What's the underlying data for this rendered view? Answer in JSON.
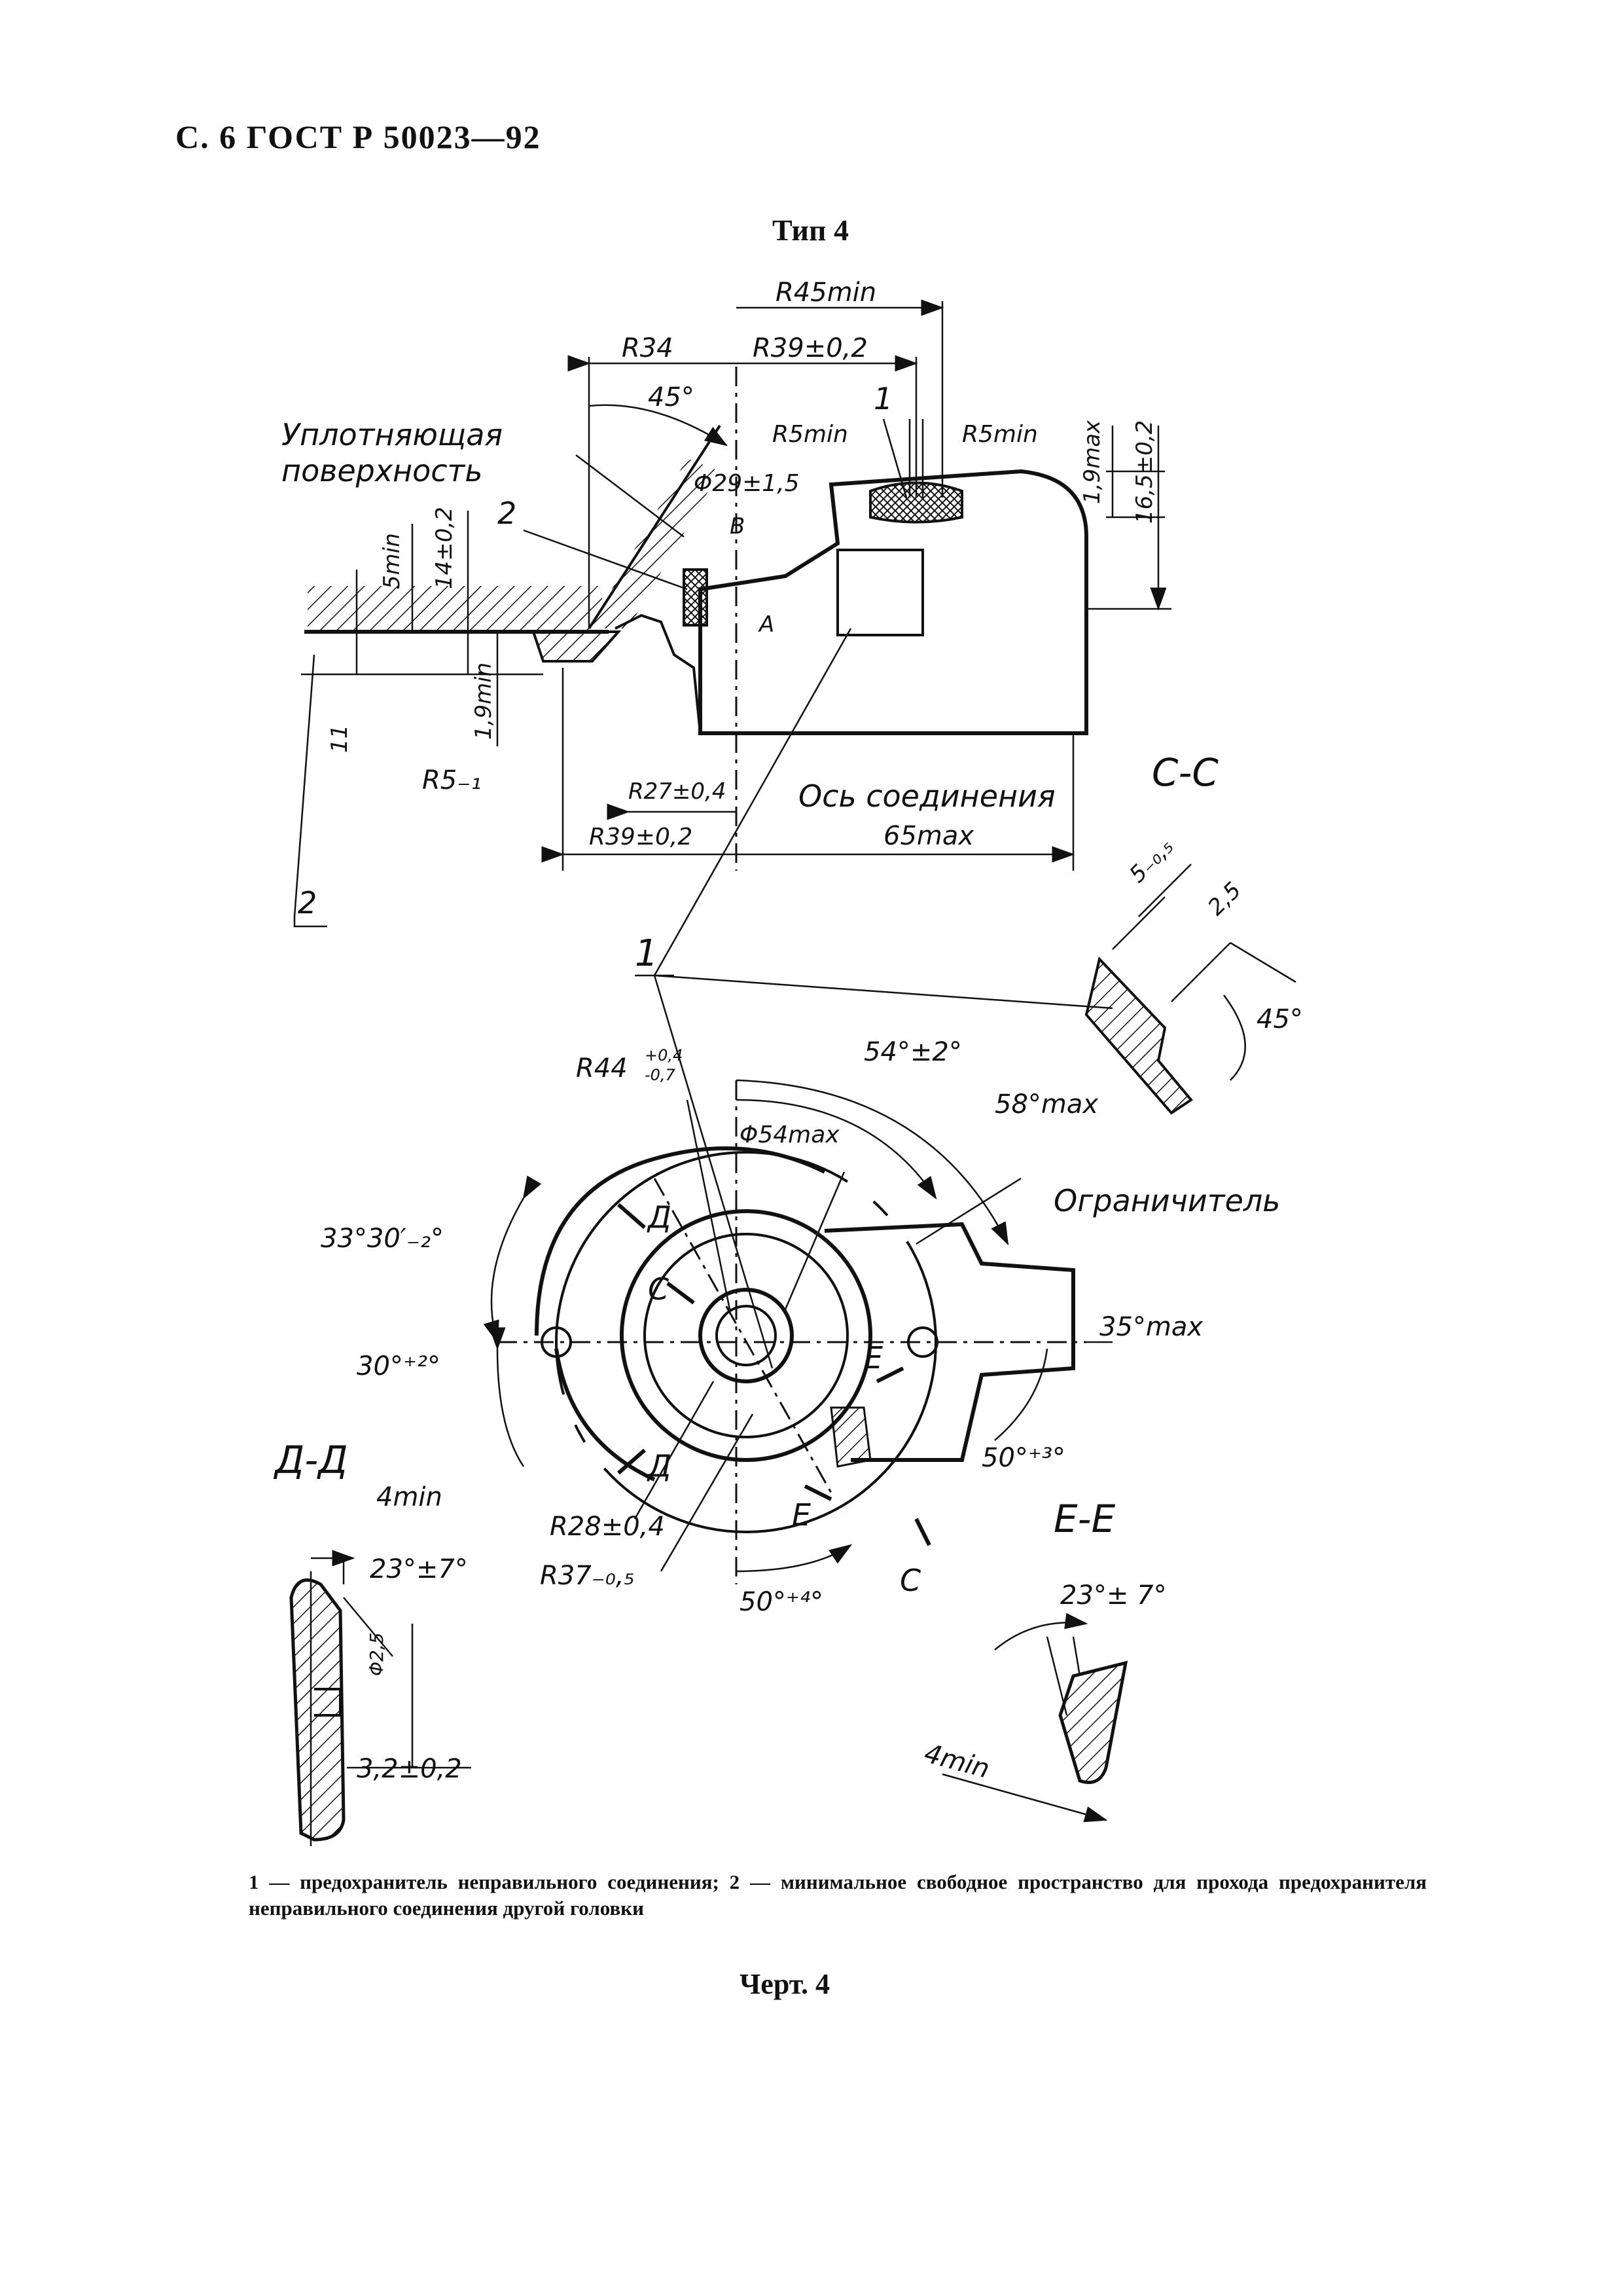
{
  "header": {
    "text": "С. 6 ГОСТ Р 50023—92"
  },
  "title": "Тип 4",
  "labels": {
    "sealing_surface_line1": "Уплотняющая",
    "sealing_surface_line2": "поверхность",
    "axis": "Ось соединения",
    "limiter": "Ограничитель",
    "section_cc": "C-C",
    "section_dd": "Д-Д",
    "section_ee": "E-E",
    "callout_1": "1",
    "callout_2": "2",
    "callout_2_frame": "2",
    "callout_1_main": "1",
    "letter_a": "A",
    "letter_b": "B",
    "cut_c1": "C",
    "cut_c2": "C",
    "cut_d1": "Д",
    "cut_d2": "Д",
    "cut_e1": "E",
    "cut_e2": "E"
  },
  "dims": {
    "r45min": "R45min",
    "r34": "R34",
    "r39": "R39±0,2",
    "deg45": "45°",
    "r5min_l": "R5min",
    "r5min_r": "R5min",
    "d19max": "1,9max",
    "d165": "16,5±0,2",
    "phi29": "Φ29±1,5",
    "d5min": "5min",
    "d14": "14±0,2",
    "d19min": "1,9min",
    "d11": "11",
    "r51": "R5₋₁",
    "r27": "R27±0,4",
    "r39b": "R39±0,2",
    "d65max": "65max",
    "cc_5": "5₋₀,₅",
    "cc_25": "2,5",
    "cc_45": "45°",
    "r44": "R44",
    "r44_tol_up": "+0,4",
    "r44_tol_dn": "-0,7",
    "a54": "54°±2°",
    "a58max": "58°max",
    "phi54max": "Φ54max",
    "a3330": "33°30′₋₂°",
    "a30": "30°⁺²°",
    "a35max": "35°max",
    "a50_3": "50°⁺³°",
    "r28": "R28±0,4",
    "r37": "R37₋₀,₅",
    "a50_4": "50°⁺⁴°",
    "dd_4min": "4min",
    "dd_23": "23°±7°",
    "dd_phi25": "Φ2,5",
    "dd_32": "3,2±0,2",
    "ee_23": "23°± 7°",
    "ee_4min": "4min"
  },
  "legend": "1 — предохранитель неправильного соединения; 2 — минимальное свободное пространство для прохода предохранителя неправильного соединения другой головки",
  "caption": "Черт. 4"
}
